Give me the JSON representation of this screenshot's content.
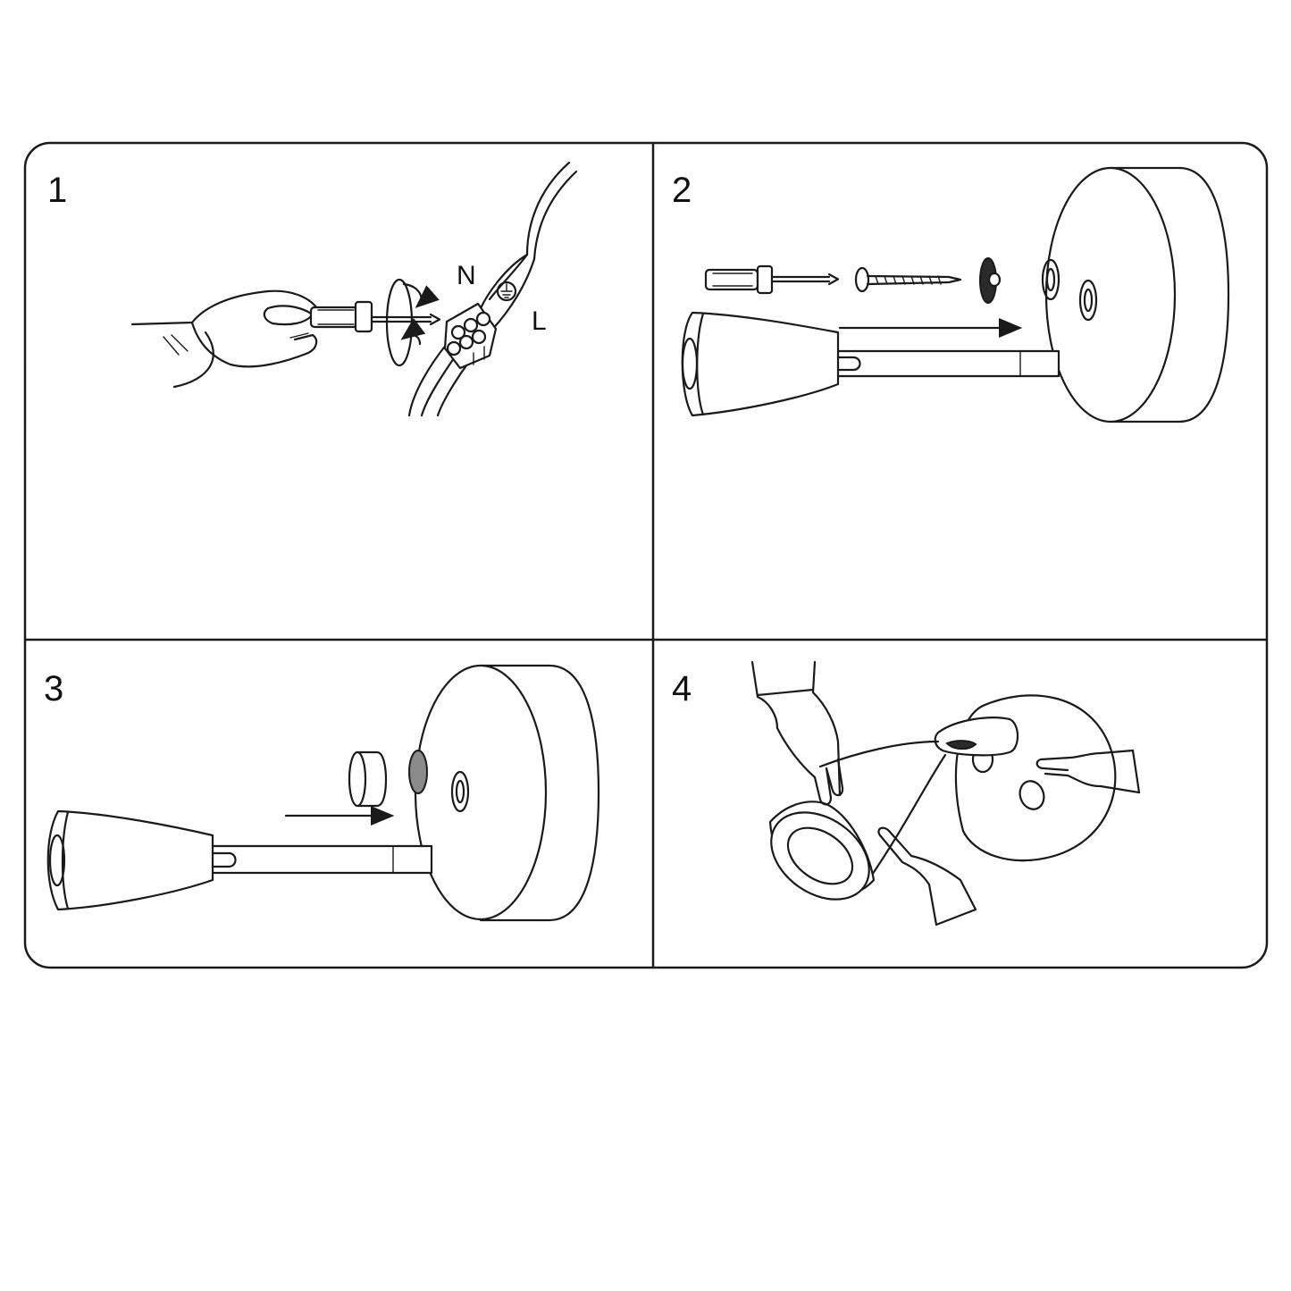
{
  "steps": [
    {
      "number": "1",
      "labels": {
        "neutral": "N",
        "live": "L"
      }
    },
    {
      "number": "2"
    },
    {
      "number": "3"
    },
    {
      "number": "4"
    }
  ],
  "icons": [
    "hand-icon",
    "screwdriver-icon",
    "rotate-arrows-icon",
    "terminal-block-icon",
    "ground-symbol-icon",
    "screw-icon",
    "wall-anchor-icon",
    "lamp-head-icon",
    "wall-mount-base-icon",
    "direction-arrow-icon",
    "magnet-icon"
  ],
  "colors": {
    "line": "#1a1a1a",
    "background": "#ffffff",
    "fill_dark": "#2a2a2a",
    "fill_grey": "#8a8a8a"
  }
}
